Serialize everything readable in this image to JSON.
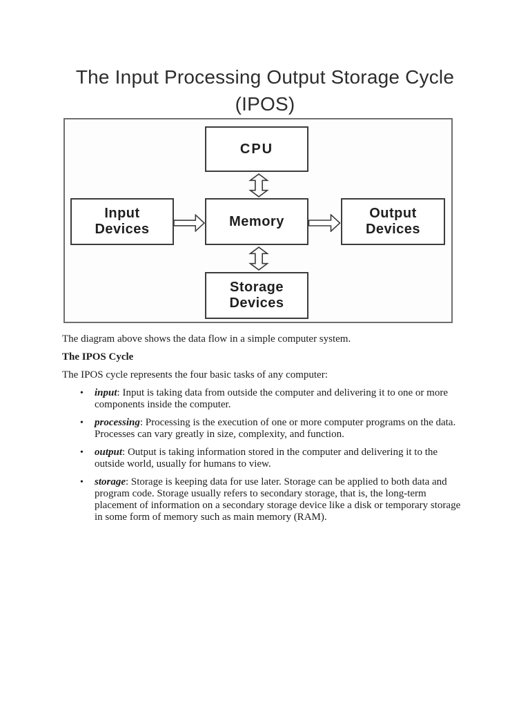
{
  "title": {
    "line1": "The Input Processing Output Storage Cycle",
    "line2": "(IPOS)"
  },
  "diagram": {
    "cpu_label": "CPU",
    "input_label": "Input Devices",
    "memory_label": "Memory",
    "output_label": "Output Devices",
    "storage_label": "Storage Devices"
  },
  "body": {
    "caption": "The diagram above shows the data flow in a simple computer system.",
    "heading": "The IPOS Cycle",
    "intro": "The IPOS cycle represents the four basic tasks of any computer:",
    "bullets": [
      {
        "term": "input",
        "text": ": Input is taking data from outside the computer and delivering it to one or more components inside the computer."
      },
      {
        "term": "processing",
        "text": ": Processing is the execution of one or more computer programs on the data. Processes can vary greatly in size, complexity, and function."
      },
      {
        "term": "output",
        "text": ": Output is taking information stored in the computer and delivering it to the outside world, usually for humans to view."
      },
      {
        "term": "storage",
        "text": ": Storage is keeping data for use later. Storage can be applied to both data and program code. Storage usually refers to secondary storage, that is, the long-term placement of information on a secondary storage device like a disk or temporary storage in some form of memory such as main memory (RAM)."
      }
    ]
  },
  "colors": {
    "background": "#ffffff",
    "text": "#1c1c1c",
    "outer_border": "#6e6e6e",
    "node_border": "#3c3c3c"
  }
}
